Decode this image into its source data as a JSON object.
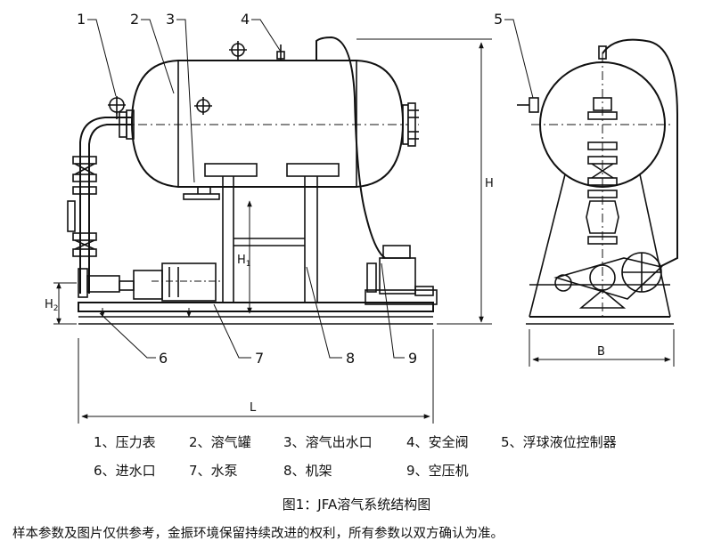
{
  "callouts": [
    "1",
    "2",
    "3",
    "4",
    "5",
    "6",
    "7",
    "8",
    "9"
  ],
  "dimensions": {
    "H": "H",
    "H1": "H",
    "H1_sub": "1",
    "H2": "H",
    "H2_sub": "2",
    "L": "L",
    "B": "B"
  },
  "legend": [
    {
      "num": "1",
      "label": "压力表"
    },
    {
      "num": "2",
      "label": "溶气罐"
    },
    {
      "num": "3",
      "label": "溶气出水口"
    },
    {
      "num": "4",
      "label": "安全阀"
    },
    {
      "num": "5",
      "label": "浮球液位控制器"
    },
    {
      "num": "6",
      "label": "进水口"
    },
    {
      "num": "7",
      "label": "水泵"
    },
    {
      "num": "8",
      "label": "机架"
    },
    {
      "num": "9",
      "label": "空压机"
    }
  ],
  "legend_separator": "、",
  "caption": "图1：JFA溶气系统结构图",
  "note": "样本参数及图片仅供参考，金振环境保留持续改进的权利，所有参数以双方确认为准。"
}
